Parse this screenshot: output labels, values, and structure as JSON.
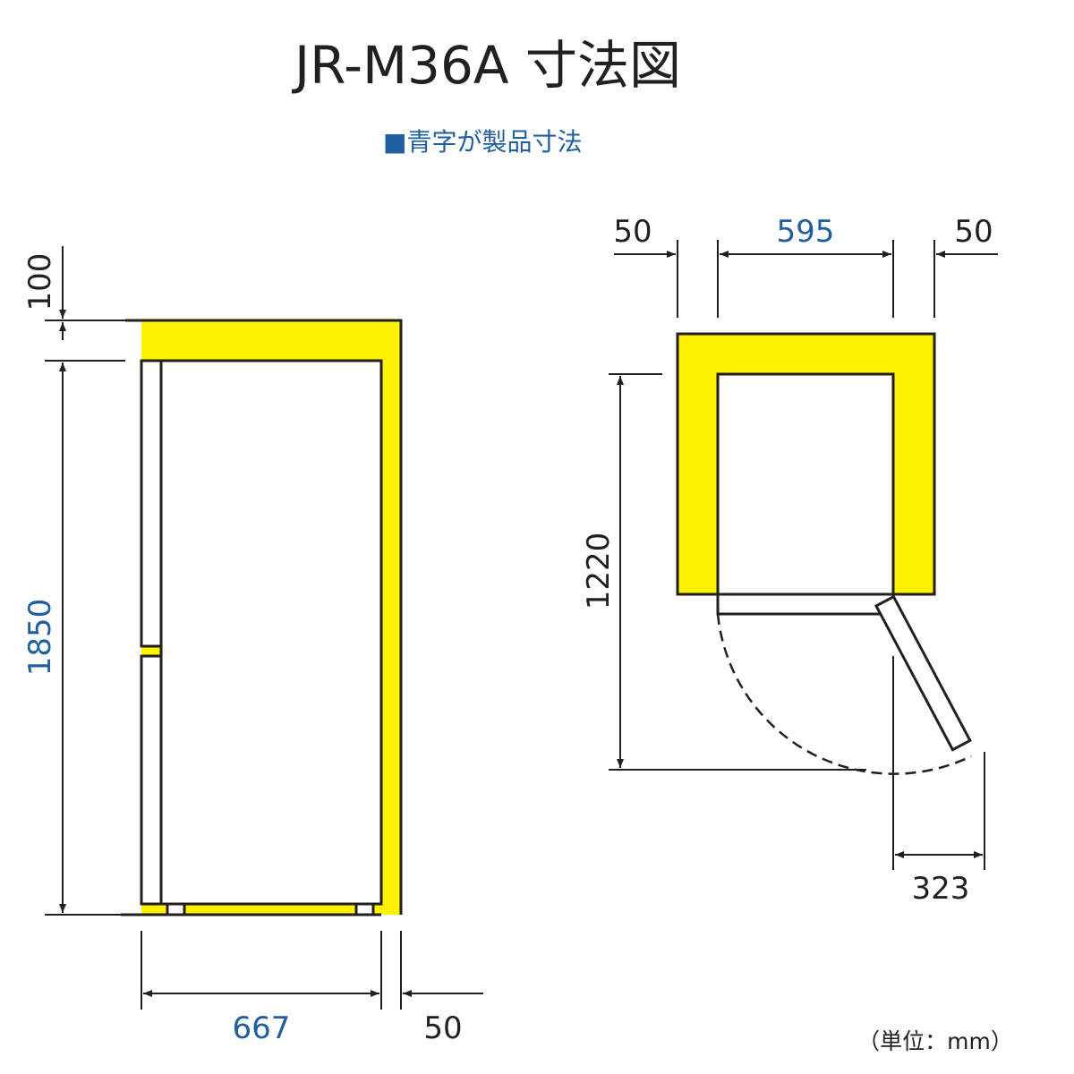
{
  "title": "JR-M36A 寸法図",
  "legend": "■青字が製品寸法",
  "unit": "（単位：mm）",
  "colors": {
    "clearance": "#fff200",
    "product_dim": "#1f5fa0",
    "line": "#231f20"
  },
  "front_view": {
    "top_clearance": "100",
    "height": "1850",
    "width": "667",
    "side_clearance": "50"
  },
  "top_view": {
    "left_clearance": "50",
    "width": "595",
    "right_clearance": "50",
    "depth_with_door": "1220",
    "door_swing": "323"
  }
}
